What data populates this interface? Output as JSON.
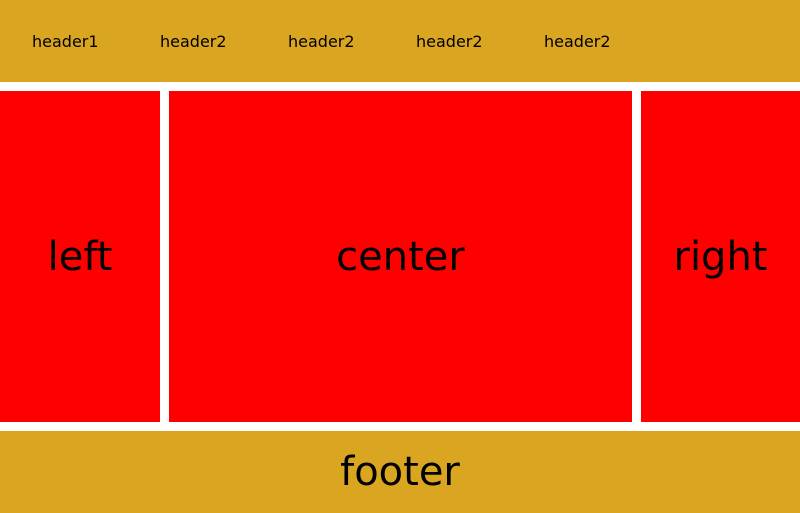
{
  "header": {
    "nav": [
      {
        "label": "header1"
      },
      {
        "label": "header2"
      },
      {
        "label": "header2"
      },
      {
        "label": "header2"
      },
      {
        "label": "header2"
      }
    ]
  },
  "main": {
    "left": {
      "label": "left"
    },
    "center": {
      "label": "center"
    },
    "right": {
      "label": "right"
    }
  },
  "footer": {
    "label": "footer"
  },
  "colors": {
    "header_background": "#DAA520",
    "panel_background": "#FF0000",
    "gutter": "#FFFFFF",
    "text": "#000000"
  }
}
